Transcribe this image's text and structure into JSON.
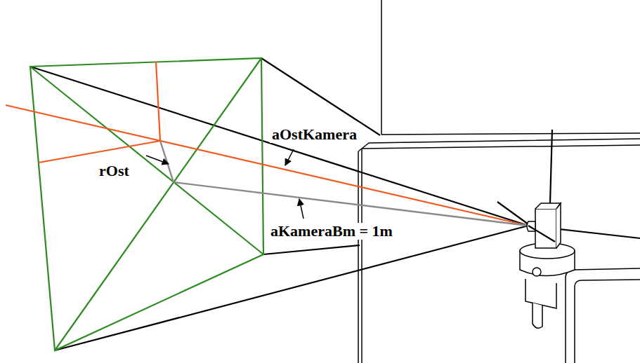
{
  "diagram": {
    "labels": [
      "aOstKamera",
      "rOst",
      "aKameraBm = 1m"
    ]
  }
}
